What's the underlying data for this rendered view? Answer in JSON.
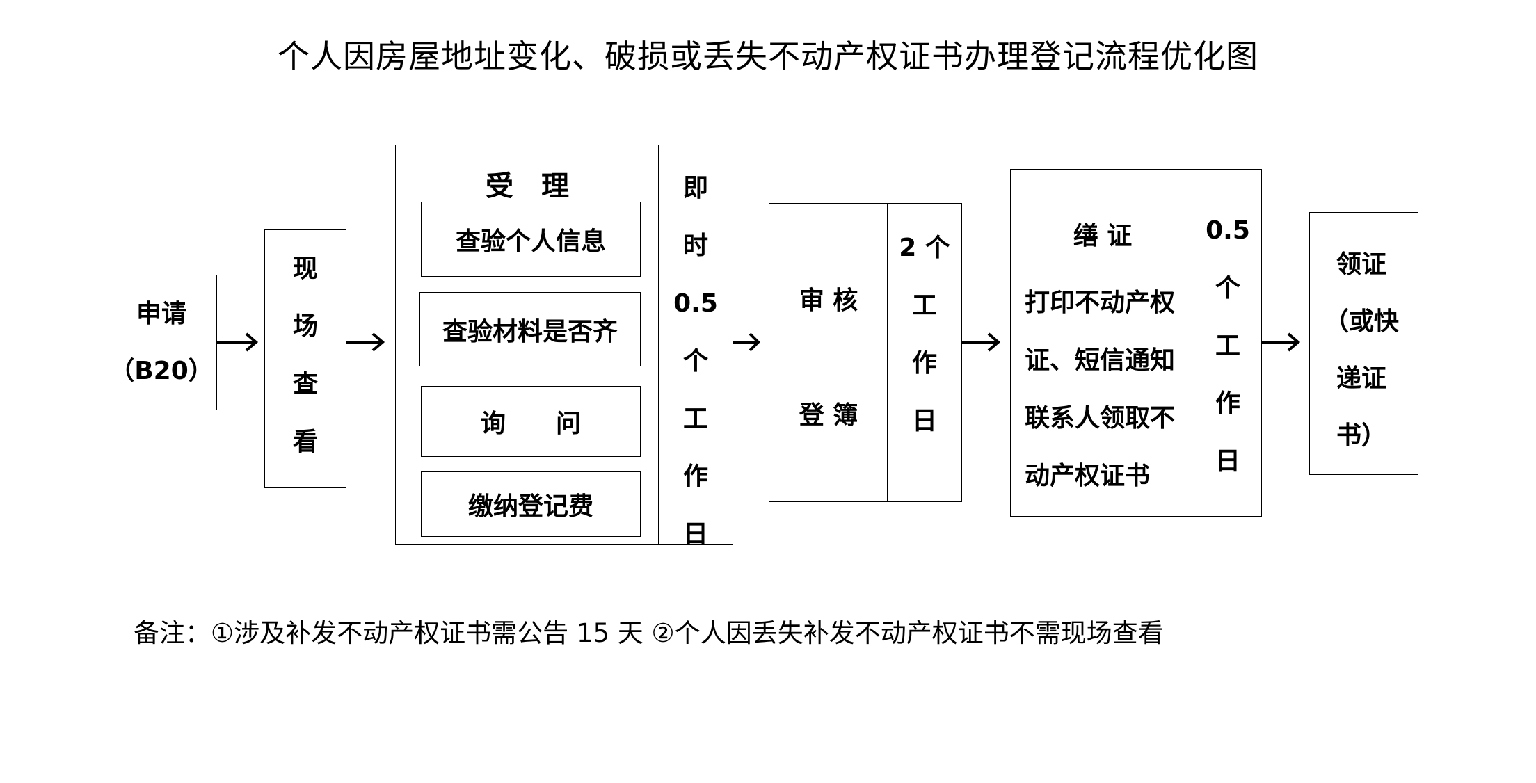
{
  "title": "个人因房屋地址变化、破损或丢失不动产权证书办理登记流程优化图",
  "nodes": {
    "apply": {
      "line1": "申请",
      "line2": "（B20）"
    },
    "inspect": {
      "chars": [
        "现",
        "场",
        "查",
        "看"
      ]
    },
    "accept": {
      "heading": "受　理",
      "items": [
        "查验个人信息",
        "查验材料是否齐",
        "询　　问",
        "缴纳登记费"
      ],
      "time_chars": [
        "即",
        "时",
        "0.5",
        "个",
        "工",
        "作",
        "日"
      ]
    },
    "review": {
      "line1": "审 核",
      "line2": "登 簿",
      "time_chars": [
        "2 个",
        "工",
        "作",
        "日"
      ]
    },
    "issue": {
      "heading": "缮 证",
      "lines": [
        "打印不动产权",
        "证、短信通知",
        "联系人领取不",
        "动产权证书"
      ],
      "time_chars": [
        "0.5",
        "个",
        "工",
        "作",
        "日"
      ]
    },
    "collect": {
      "lines": [
        "领证",
        "（或快",
        "递证",
        "书）"
      ]
    }
  },
  "note": "备注：①涉及补发不动产权证书需公告 15 天 ②个人因丢失补发不动产权证书不需现场查看"
}
